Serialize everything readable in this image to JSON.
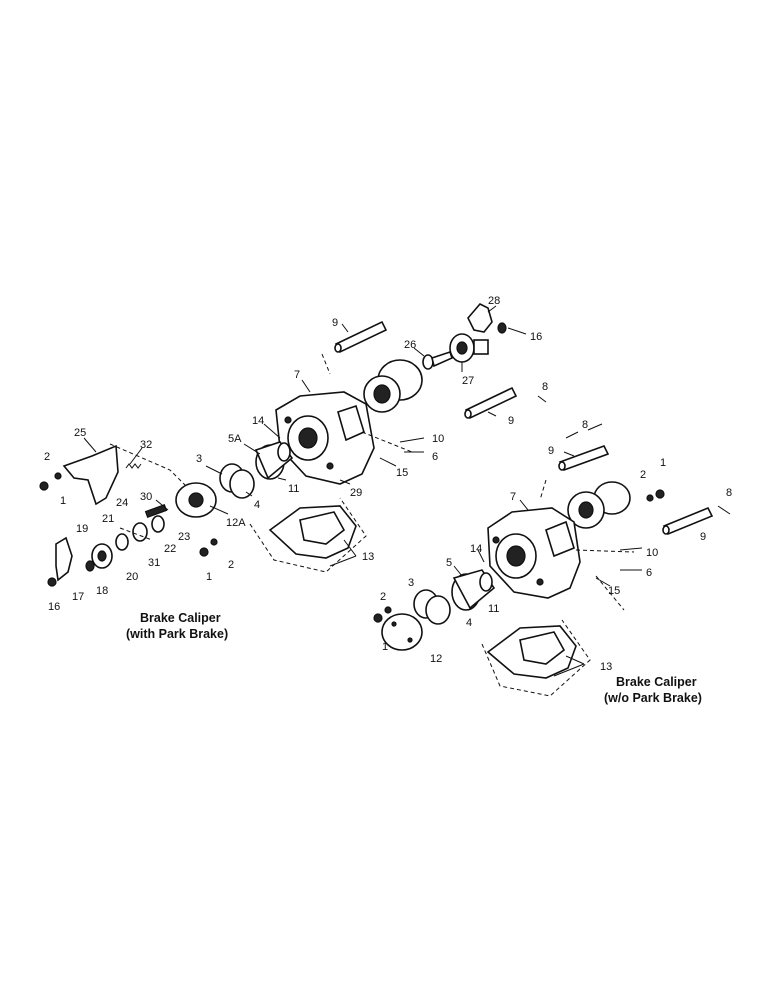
{
  "captions": {
    "left_line1": "Brake Caliper",
    "left_line2": "(with Park Brake)",
    "right_line1": "Brake Caliper",
    "right_line2": "(w/o Park Brake)"
  },
  "left_labels": [
    "9",
    "28",
    "16",
    "26",
    "27",
    "7",
    "8",
    "9",
    "14",
    "5A",
    "10",
    "6",
    "15",
    "3",
    "11",
    "29",
    "4",
    "25",
    "32",
    "2",
    "1",
    "24",
    "30",
    "12A",
    "21",
    "22",
    "23",
    "19",
    "31",
    "20",
    "2",
    "1",
    "13",
    "18",
    "17",
    "16"
  ],
  "right_labels": [
    "8",
    "9",
    "2",
    "1",
    "7",
    "8",
    "10",
    "6",
    "9",
    "5",
    "14",
    "3",
    "11",
    "15",
    "4",
    "2",
    "1",
    "12",
    "13"
  ]
}
